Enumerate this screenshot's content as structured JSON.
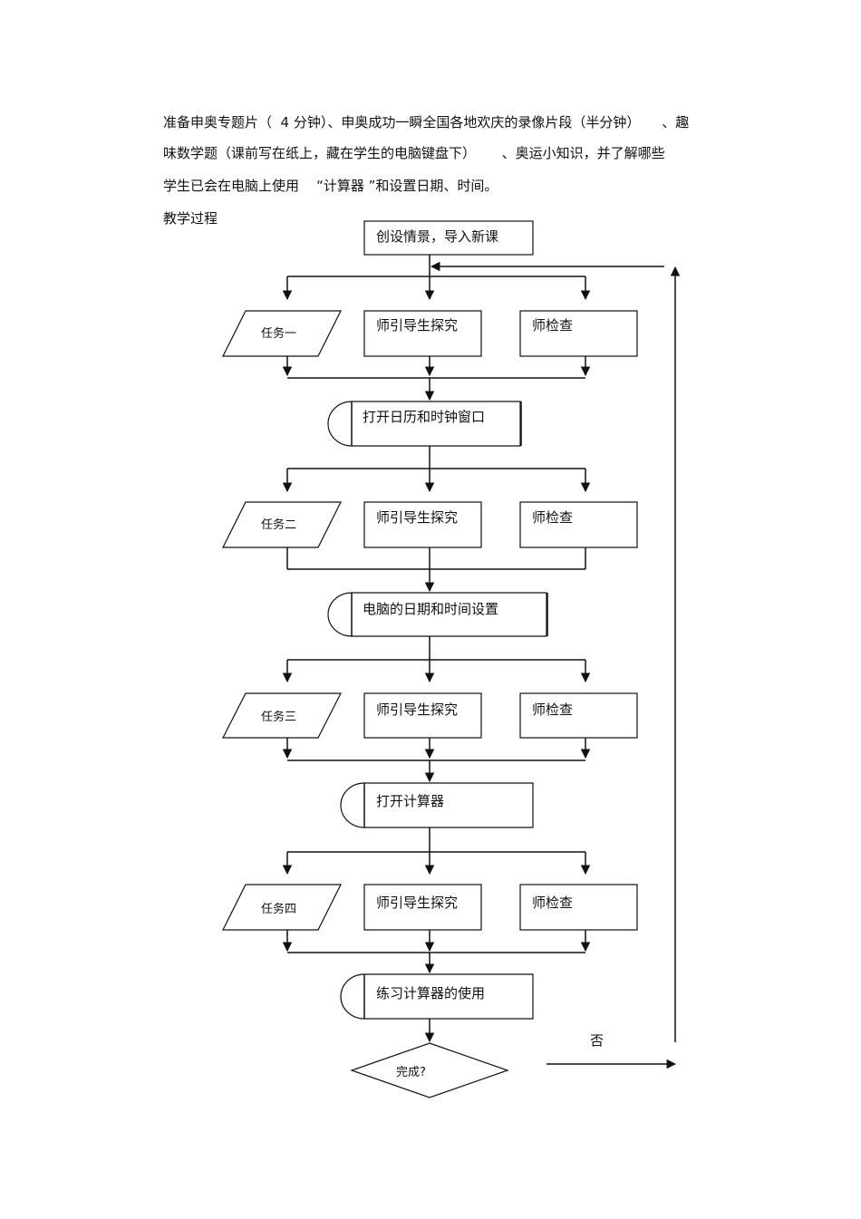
{
  "intro": {
    "line1": "准备申奥专题片（  4 分钟）、申奥成功一瞬全国各地欢庆的录像片段（半分钟）     、趣",
    "line2": "味数学题（课前写在纸上，藏在学生的电脑键盘下）      、奥运小知识，并了解哪些",
    "line3": "学生已会在电脑上使用    “计算器 ”和设置日期、时间。",
    "section_title": "教学过程"
  },
  "flowchart": {
    "start": "创设情景，导入新课",
    "teacher_guide": "师引导生探究",
    "teacher_check": "师检查",
    "tasks": [
      "任务一",
      "任务二",
      "任务三",
      "任务四"
    ],
    "steps": [
      "打开日历和时钟窗口",
      "电脑的日期和时间设置",
      "打开计算器",
      "练习计算器的使用"
    ],
    "decision": "完成?",
    "no_label": "否"
  }
}
